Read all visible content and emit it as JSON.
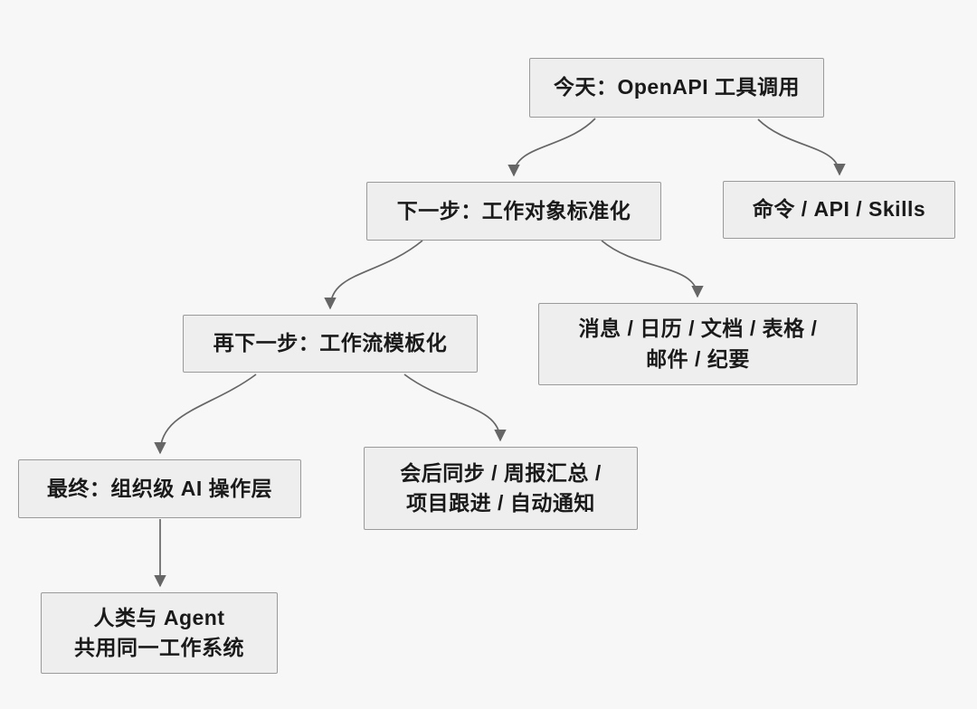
{
  "diagram": {
    "type": "flowchart",
    "nodes": [
      {
        "id": "today",
        "label": "今天：OpenAPI 工具调用"
      },
      {
        "id": "next",
        "label": "下一步：工作对象标准化"
      },
      {
        "id": "skills",
        "label": "命令 / API / Skills"
      },
      {
        "id": "workflow",
        "label": "再下一步：工作流模板化"
      },
      {
        "id": "objects",
        "label": "消息 / 日历 / 文档 / 表格 /\n邮件 / 纪要"
      },
      {
        "id": "final",
        "label": "最终：组织级 AI 操作层"
      },
      {
        "id": "automation",
        "label": "会后同步 / 周报汇总 /\n项目跟进 / 自动通知"
      },
      {
        "id": "shared",
        "label": "人类与 Agent\n共用同一工作系统"
      }
    ],
    "edges": [
      {
        "from": "today",
        "to": "next"
      },
      {
        "from": "today",
        "to": "skills"
      },
      {
        "from": "next",
        "to": "workflow"
      },
      {
        "from": "next",
        "to": "objects"
      },
      {
        "from": "workflow",
        "to": "final"
      },
      {
        "from": "workflow",
        "to": "automation"
      },
      {
        "from": "final",
        "to": "shared"
      }
    ]
  },
  "theme": {
    "background": "#f7f7f7",
    "node_fill": "#eeeeee",
    "node_border": "#9a9a9a",
    "arrow": "#666666",
    "text": "#1a1a1a"
  }
}
